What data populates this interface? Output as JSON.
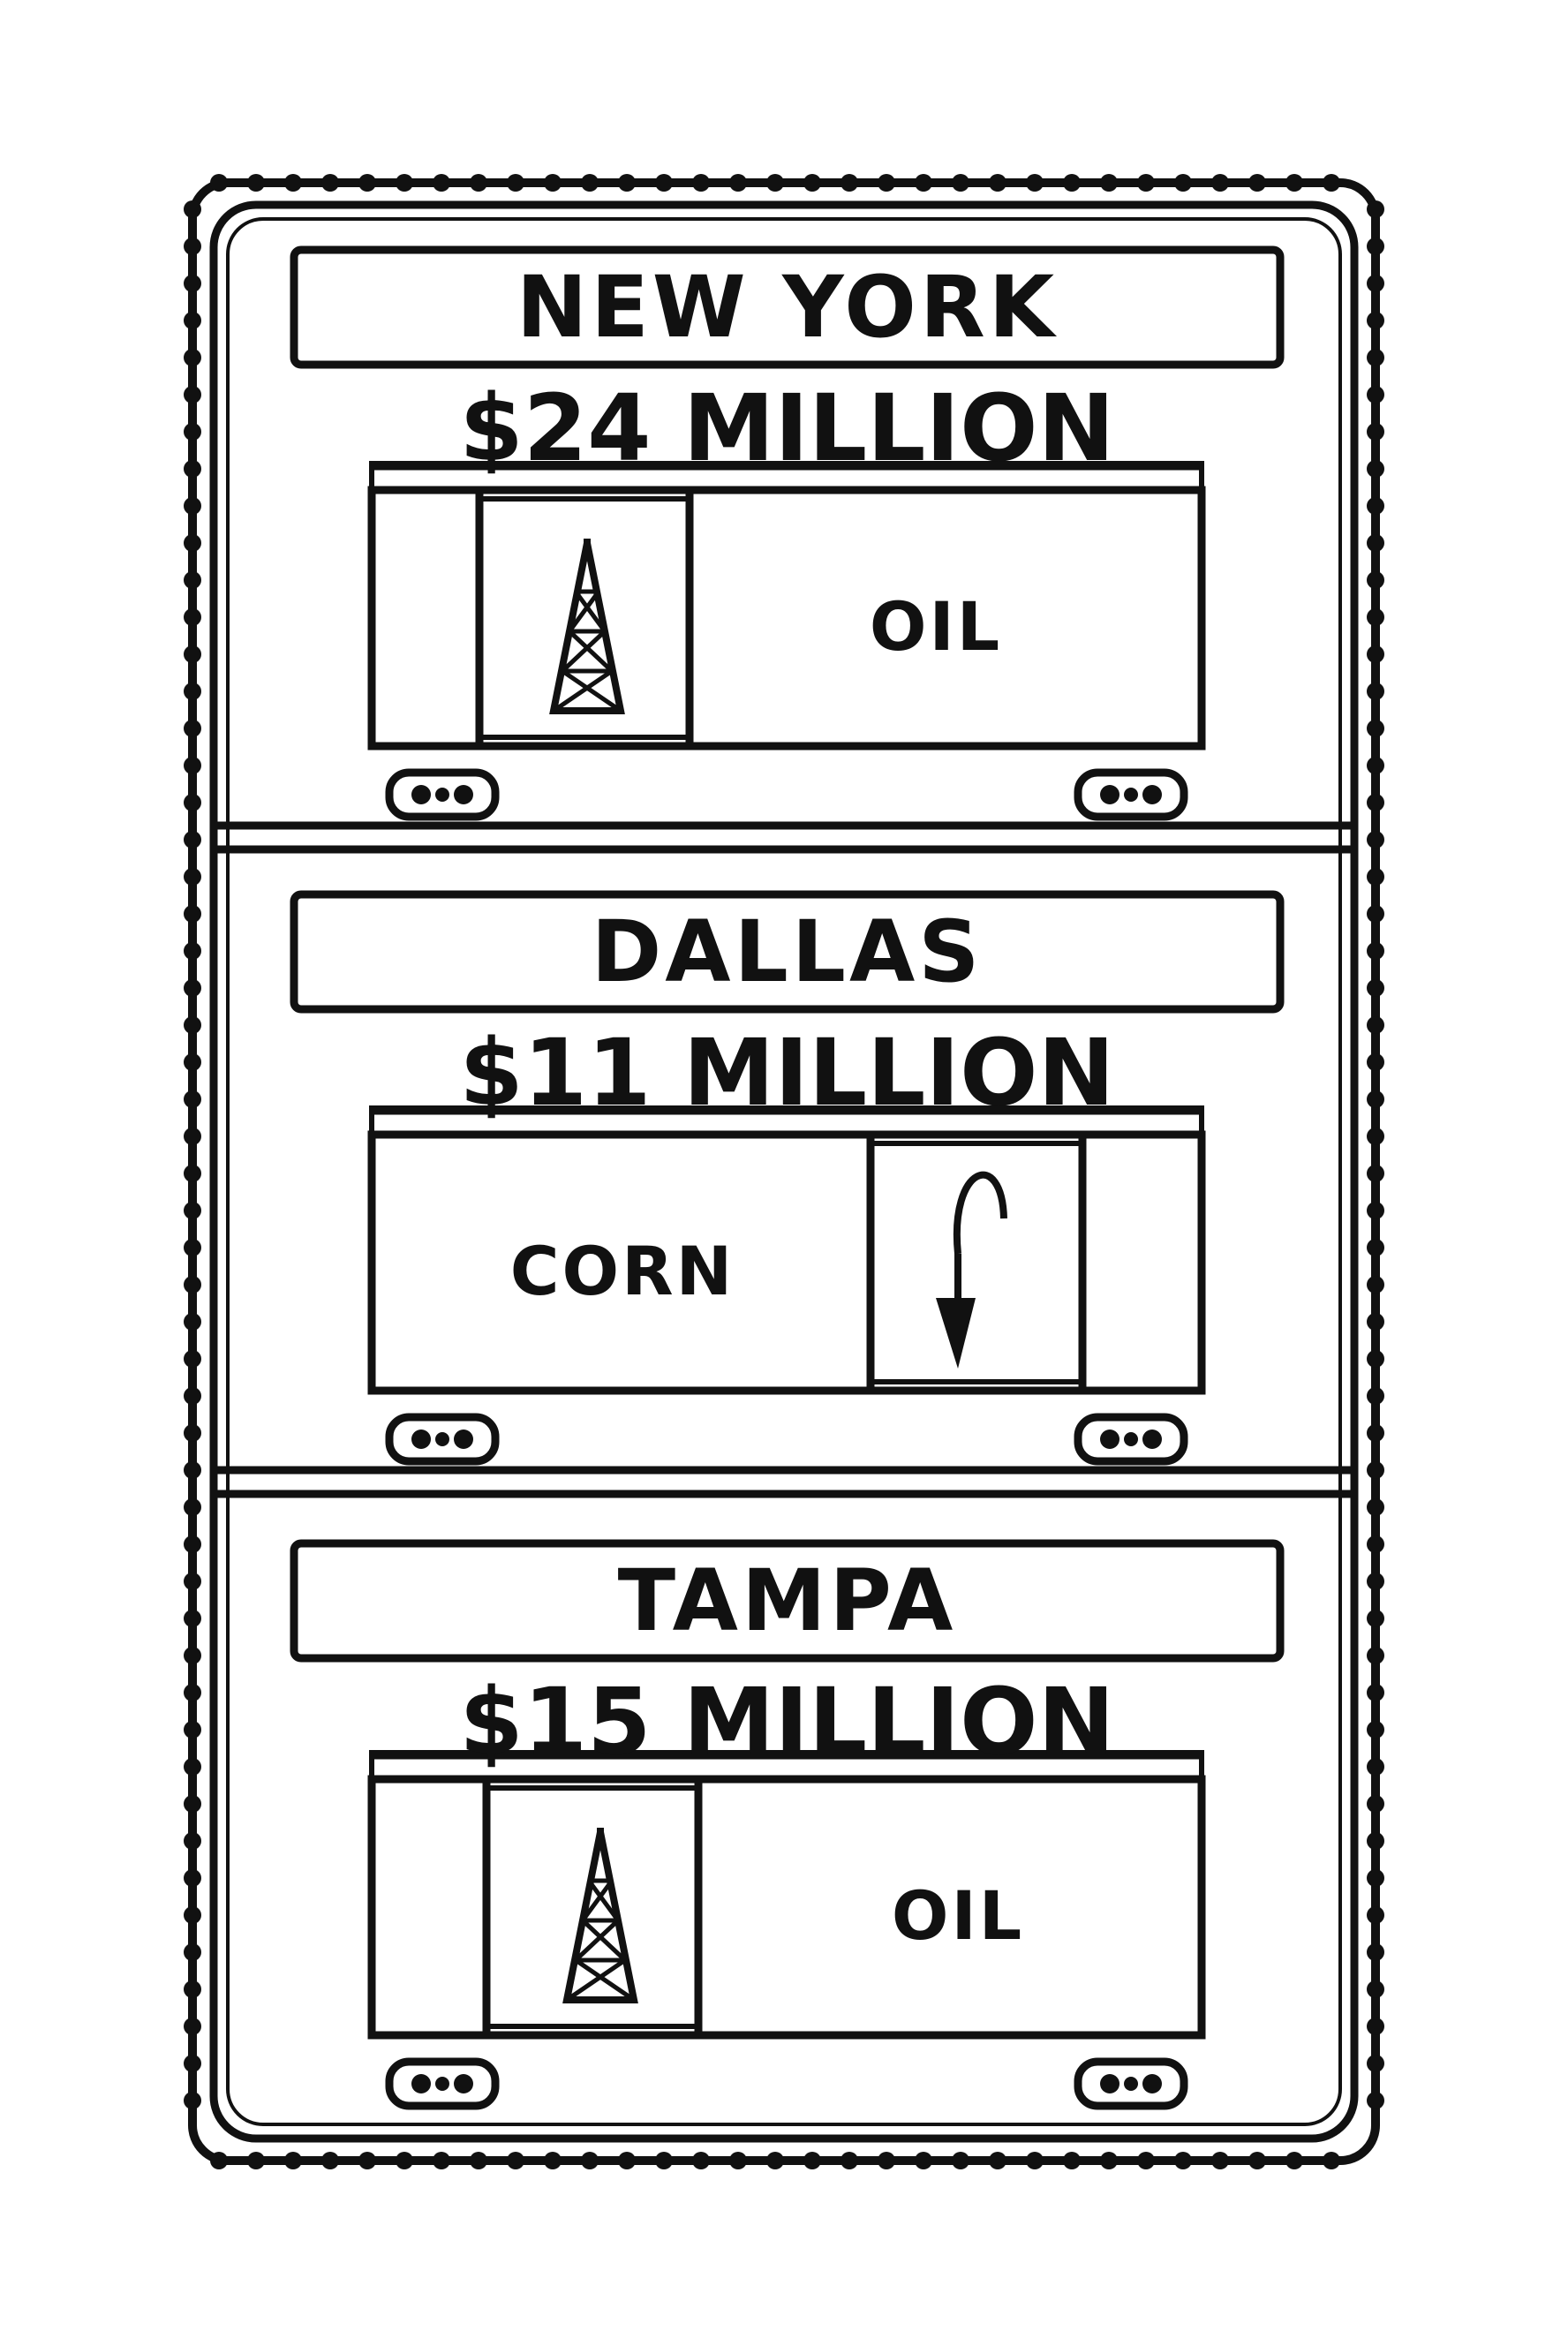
{
  "panels": [
    {
      "city": "NEW YORK",
      "amount": "$24 MILLION",
      "cargo": "OIL",
      "cargo_icon": "oil-derrick-icon"
    },
    {
      "city": "DALLAS",
      "amount": "$11 MILLION",
      "cargo": "CORN",
      "cargo_icon": "corn-icon"
    },
    {
      "city": "TAMPA",
      "amount": "$15 MILLION",
      "cargo": "OIL",
      "cargo_icon": "oil-derrick-icon"
    }
  ],
  "colors": {
    "ink": "#111111",
    "paper": "#ffffff"
  }
}
